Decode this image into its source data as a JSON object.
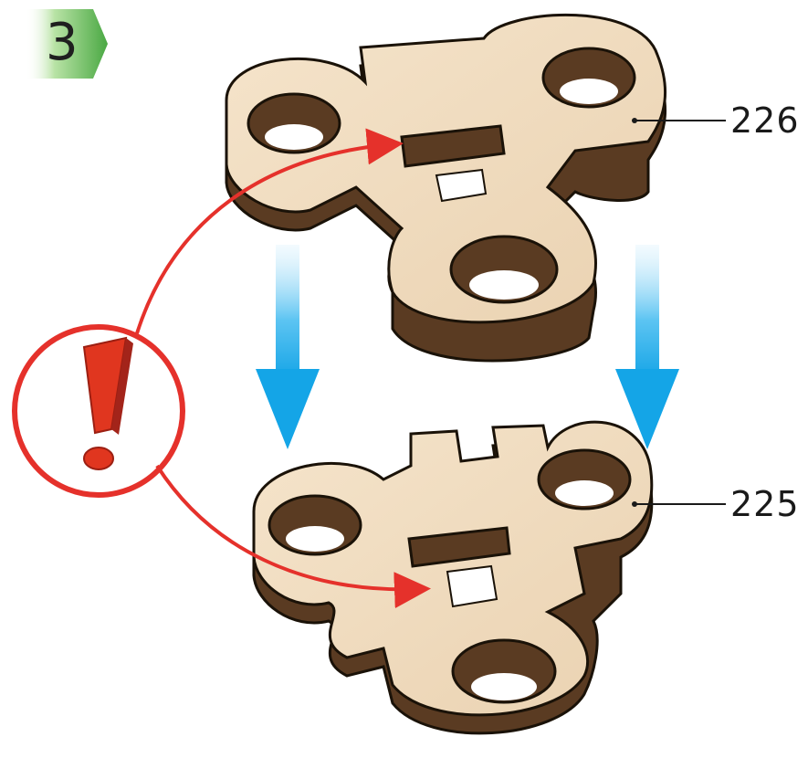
{
  "step": {
    "number": "3"
  },
  "parts": {
    "upper": {
      "label": "226"
    },
    "lower": {
      "label": "225"
    }
  },
  "icons": {
    "warning": "exclamation-warning-icon",
    "arrows": "down-arrow-icon"
  },
  "colors": {
    "badge_green": "#5fb85a",
    "wood_face": "#f0dcc0",
    "wood_side": "#6b4a2e",
    "warning_red": "#e5312b",
    "arrow_blue": "#1ea8e8"
  }
}
